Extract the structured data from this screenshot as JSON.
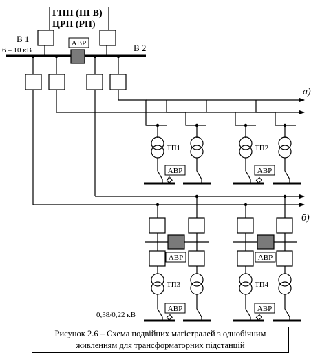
{
  "header": {
    "line1": "ГПП (ПГВ)",
    "line2": "ЦРП  (РП)"
  },
  "busbars": {
    "left_label": "В 1",
    "right_label": "В 2",
    "voltage_hv": "6 – 10 кВ",
    "voltage_lv": "0,38/0,22 кВ"
  },
  "avr_label": "АВР",
  "schemes": {
    "a_label": "а)",
    "b_label": "б)"
  },
  "substations": [
    "ТП1",
    "ТП2",
    "ТП3",
    "ТП4"
  ],
  "caption": {
    "line1": "Рисунок 2.6 – Схема подвійних магістралей з однобічним",
    "line2": "живленням для трансформаторних підстанцій"
  },
  "colors": {
    "line": "#000000",
    "avr_fill": "#7a7a7a",
    "background": "#ffffff"
  }
}
